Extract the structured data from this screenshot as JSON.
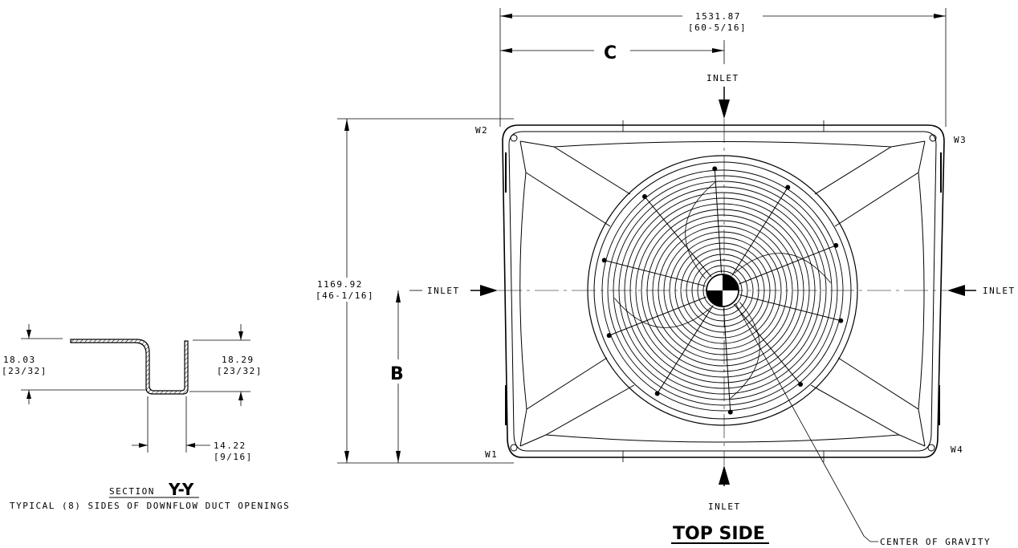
{
  "top_view": {
    "overall_width_mm": "1531.87",
    "overall_width_in": "[60-5/16]",
    "overall_depth_mm": "1169.92",
    "overall_depth_in": "[46-1/16]",
    "dim_c_label": "C",
    "dim_b_label": "B",
    "inlet_label": "INLET",
    "corner_w1": "W1",
    "corner_w2": "W2",
    "corner_w3": "W3",
    "corner_w4": "W4",
    "center_of_gravity_label": "CENTER OF GRAVITY",
    "view_title": "TOP SIDE"
  },
  "section": {
    "left_height_mm": "18.03",
    "left_height_in": "[23/32]",
    "right_height_mm": "18.29",
    "right_height_in": "[23/32]",
    "width_mm": "14.22",
    "width_in": "[9/16]",
    "title_prefix": "SECTION",
    "title_id": "Y-Y",
    "caption": "TYPICAL (8) SIDES OF DOWNFLOW DUCT OPENINGS"
  }
}
